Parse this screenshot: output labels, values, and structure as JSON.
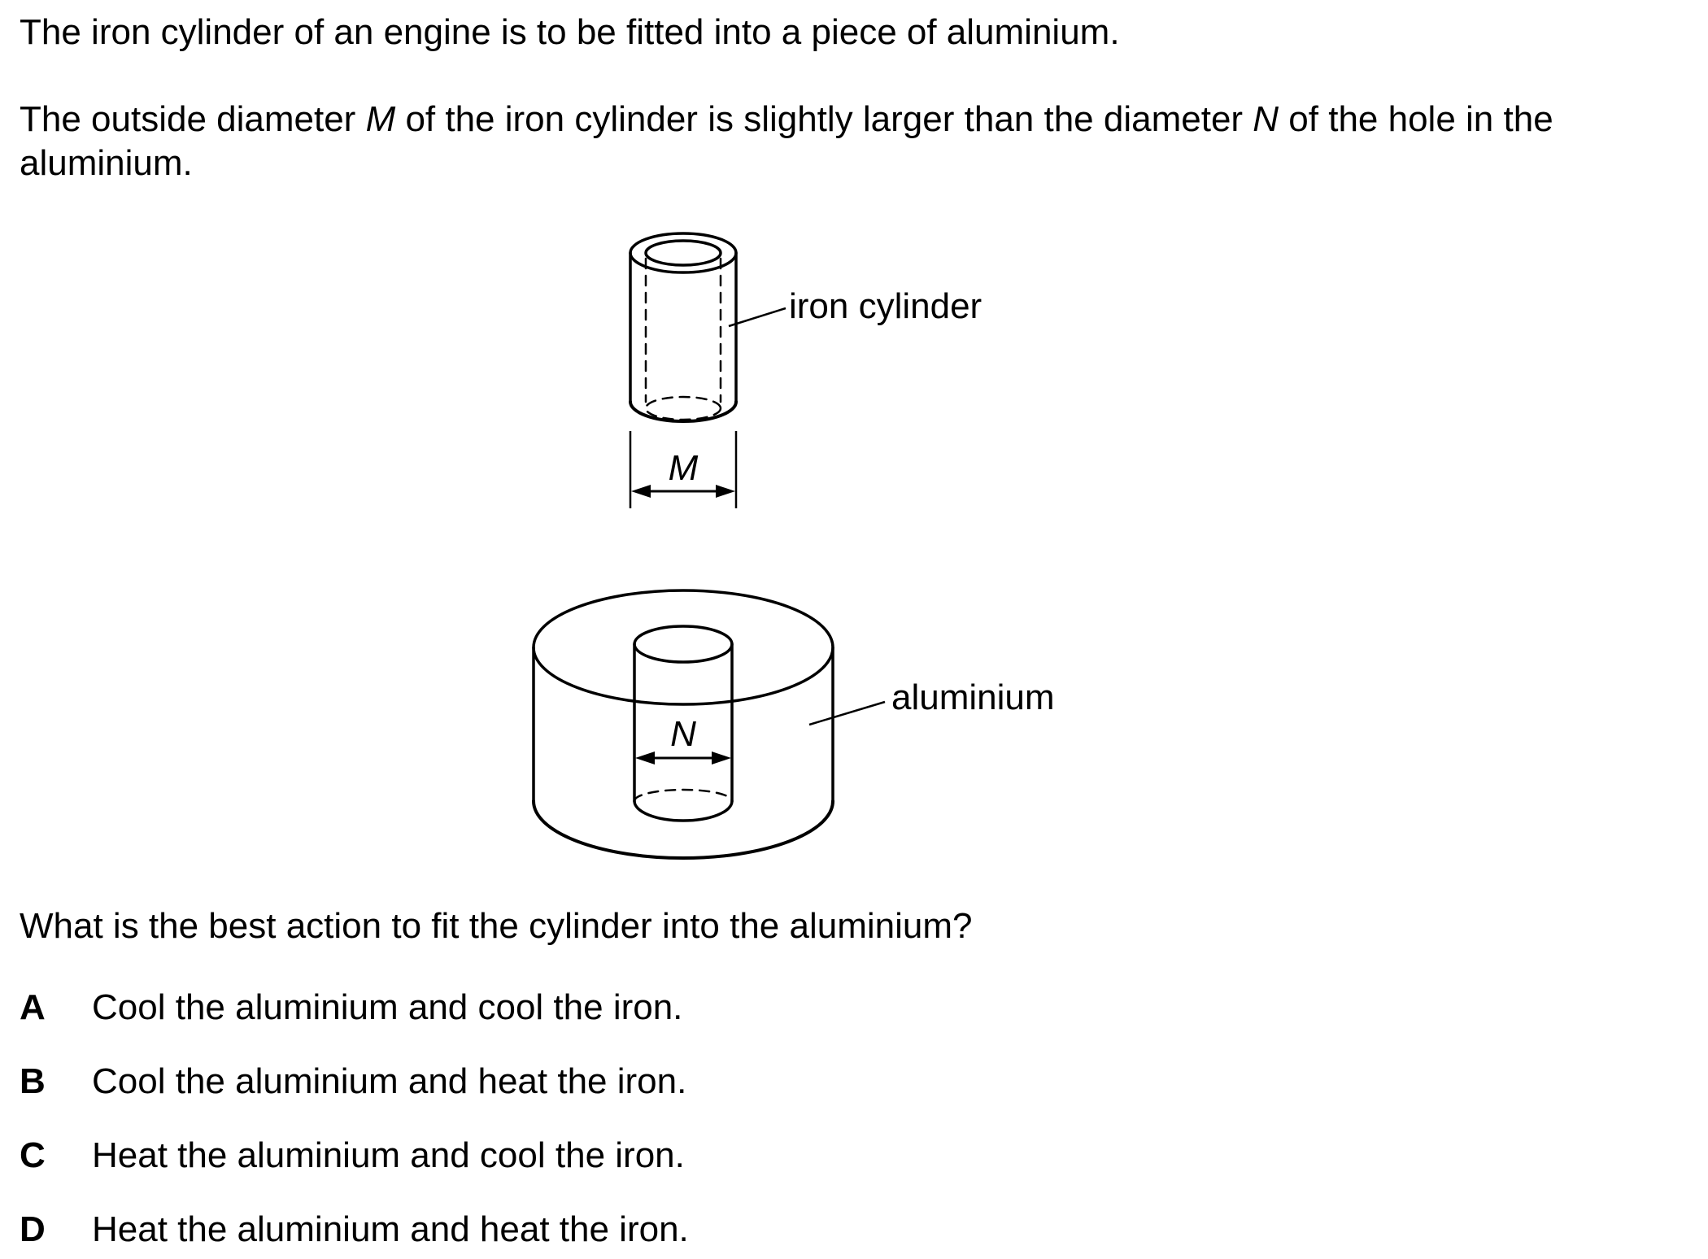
{
  "question": {
    "intro": "The iron cylinder of an engine is to be fitted into a piece of aluminium.",
    "para2": {
      "part1": "The outside diameter ",
      "var_m": "M",
      "part2": " of the iron cylinder is slightly larger than the diameter ",
      "var_n": "N",
      "part3": " of the hole in the",
      "line2": "aluminium."
    },
    "prompt": "What is the best action to fit the cylinder into the aluminium?"
  },
  "diagram": {
    "iron_label": "iron cylinder",
    "aluminium_label": "aluminium",
    "m_label": "M",
    "n_label": "N"
  },
  "options": [
    {
      "letter": "A",
      "text": "Cool the aluminium and cool the iron."
    },
    {
      "letter": "B",
      "text": "Cool the aluminium and heat the iron."
    },
    {
      "letter": "C",
      "text": "Heat the aluminium and cool the iron."
    },
    {
      "letter": "D",
      "text": "Heat the aluminium and heat the iron."
    }
  ]
}
